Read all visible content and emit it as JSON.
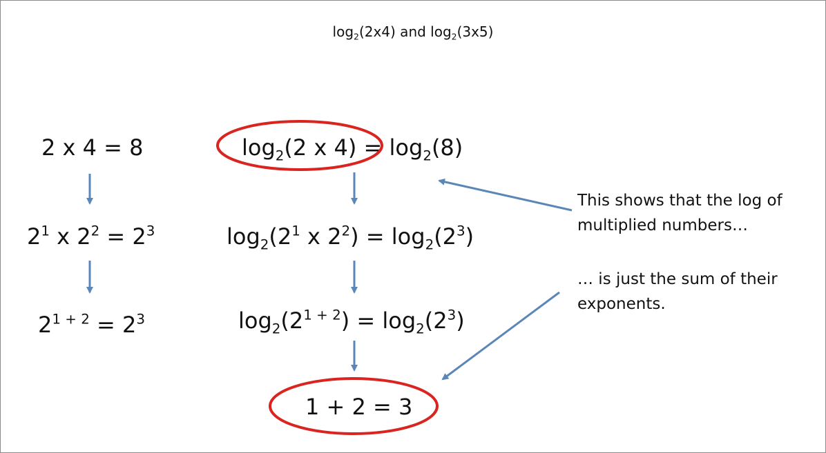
{
  "title": {
    "part1_base": "log",
    "part1_sub": "2",
    "part1_arg": "(2x4)",
    "connector": " and ",
    "part2_base": "log",
    "part2_sub": "2",
    "part2_arg": "(3x5)"
  },
  "left": {
    "line1": "2 x 4 = 8",
    "line2": {
      "a": "2",
      "a_exp": "1",
      "x": " x 2",
      "b_exp": "2",
      "eq": " = 2",
      "c_exp": "3"
    },
    "line3": {
      "a": "2",
      "a_exp": "1 + 2",
      "eq": " = 2",
      "c_exp": "3"
    }
  },
  "middle": {
    "line1": {
      "log": "log",
      "sub": "2",
      "arg": "(2 x 4) = ",
      "log2": "log",
      "sub2": "2",
      "arg2": "(8)"
    },
    "line2": {
      "log": "log",
      "sub": "2",
      "open": "(2",
      "exp1": "1",
      "mid": " x 2",
      "exp2": "2",
      "close": ") = ",
      "log2": "log",
      "sub2": "2",
      "open2": "(2",
      "exp3": "3",
      "close2": ")"
    },
    "line3": {
      "log": "log",
      "sub": "2",
      "open": "(2",
      "exp1": "1 + 2",
      "close": ") = ",
      "log2": "log",
      "sub2": "2",
      "open2": "(2",
      "exp3": "3",
      "close2": ")"
    },
    "line4": "1 + 2 = 3"
  },
  "notes": {
    "note1_line1": "This shows that the log of",
    "note1_line2": "multiplied numbers…",
    "note2_line1": "… is just the sum of their",
    "note2_line2": "exponents."
  },
  "colors": {
    "arrow": "#5b86b8",
    "ellipse": "#d9241f",
    "text": "#111111"
  }
}
